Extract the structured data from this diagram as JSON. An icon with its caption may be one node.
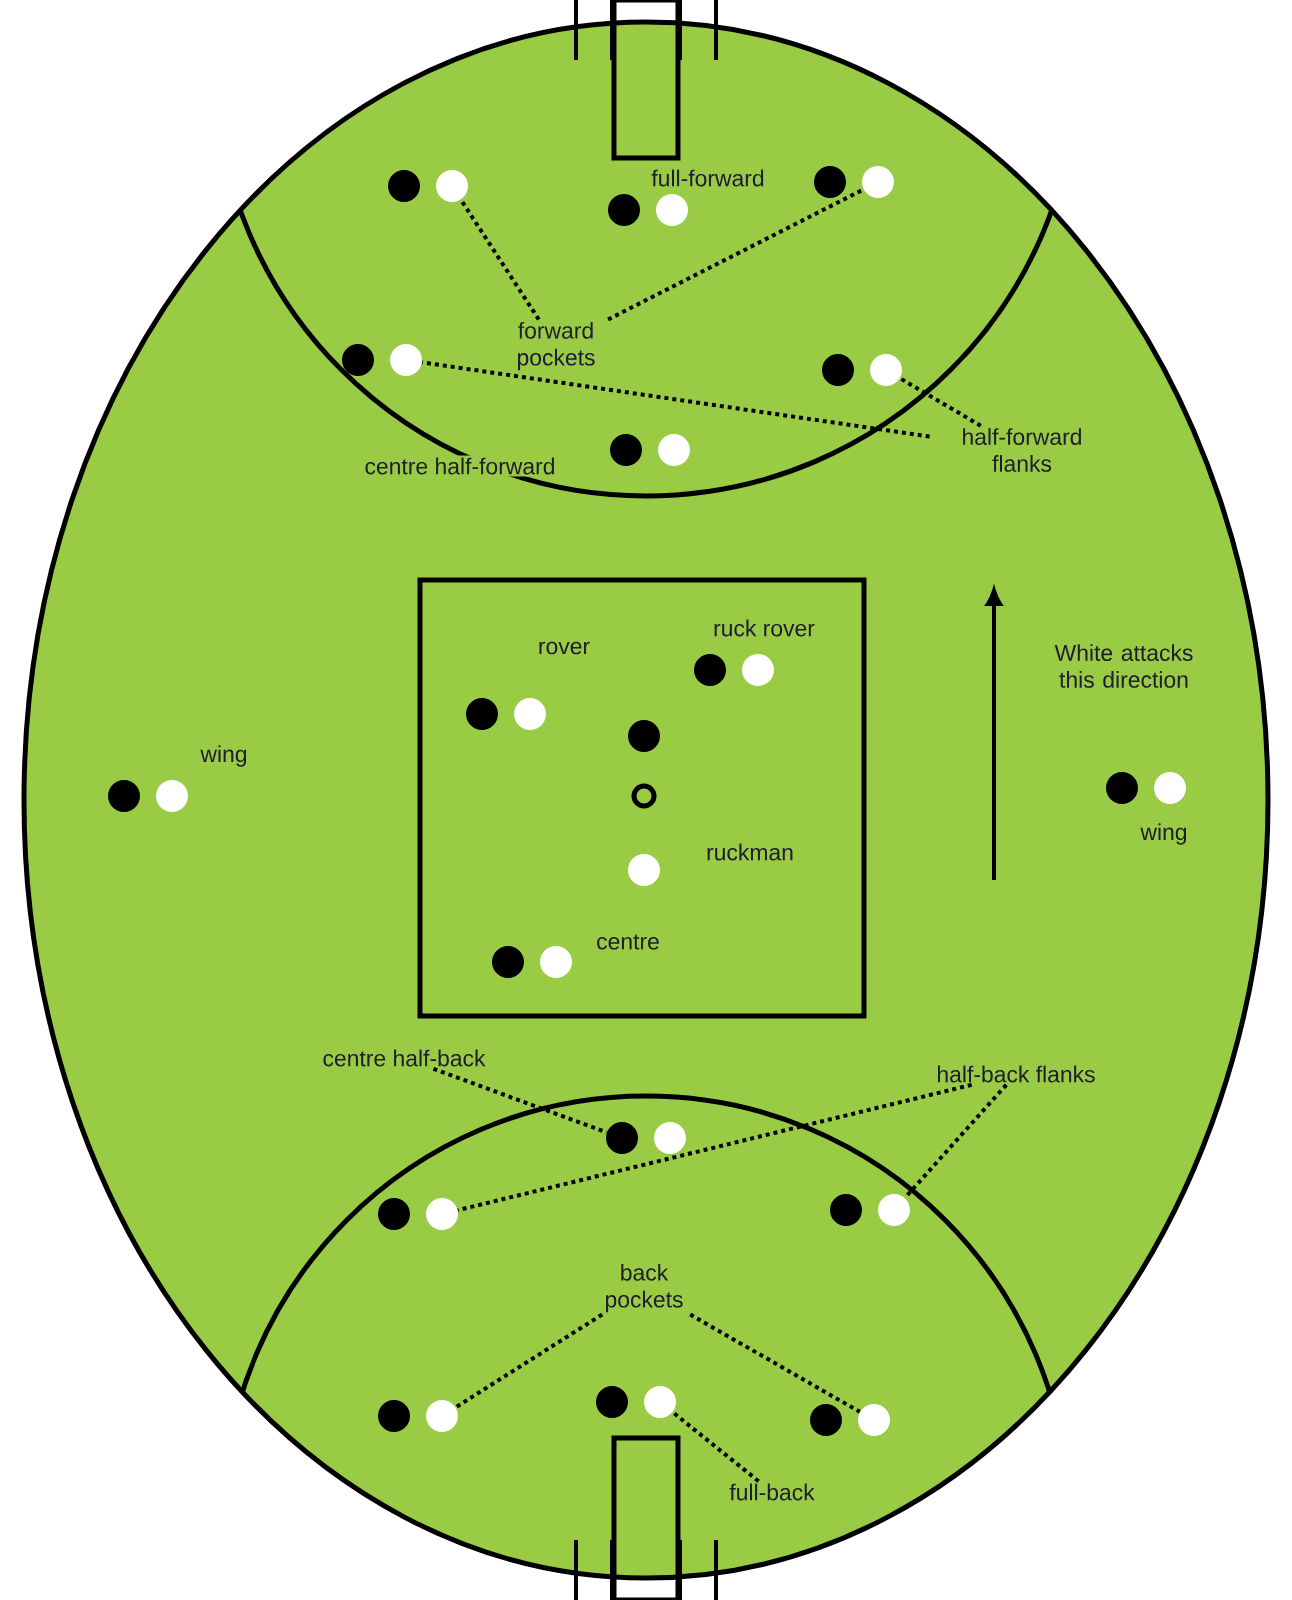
{
  "diagram": {
    "nodes": [
      {
        "text": [
          "forward pockets"
        ]
      },
      {
        "text": [
          "half-forward flanks"
        ]
      },
      {
        "text": [
          "centre half-back"
        ]
      },
      {
        "text": [
          "half-back flanks"
        ]
      },
      {
        "text": [
          "back pockets"
        ]
      },
      {
        "text": [
          "full-back"
        ]
      },
      {
        "text": [],
        "shape": "circle"
      },
      {
        "text": [],
        "shape": "circle"
      },
      {
        "text": [],
        "shape": "circle"
      },
      {
        "text": [],
        "shape": "circle"
      },
      {
        "text": [],
        "shape": "circle"
      },
      {
        "text": [],
        "shape": "circle"
      },
      {
        "text": [],
        "shape": "circle"
      },
      {
        "text": [],
        "shape": "circle"
      },
      {
        "text": [],
        "shape": "circle"
      },
      {
        "text": [],
        "shape": "circle"
      },
      {
        "text": [],
        "shape": "circle"
      },
      {
        "text": [],
        "shape": "circle"
      },
      {
        "text": [],
        "shape": "circle"
      },
      {
        "text": [],
        "shape": "circle"
      },
      {
        "text": [],
        "shape": "circle"
      },
      {
        "text": [],
        "shape": "circle"
      },
      {
        "text": [],
        "shape": "circle"
      },
      {
        "text": [],
        "shape": "circle"
      },
      {
        "text": [],
        "shape": "circle"
      },
      {
        "text": [],
        "shape": "circle"
      },
      {
        "text": [],
        "shape": "circle"
      },
      {
        "text": [],
        "shape": "circle"
      },
      {
        "text": [],
        "shape": "circle"
      },
      {
        "text": [],
        "shape": "circle"
      },
      {
        "text": [],
        "shape": "circle"
      },
      {
        "text": [],
        "shape": "circle"
      },
      {
        "text": [],
        "shape": "circle"
      },
      {
        "text": [],
        "shape": "circle"
      },
      {
        "text": [],
        "shape": "circle"
      },
      {
        "text": [],
        "shape": "circle"
      },
      {
        "text": [],
        "shape": "circle"
      },
      {
        "text": [],
        "shape": "circle"
      },
      {
        "text": [],
        "shape": "circle"
      },
      {
        "text": [],
        "shape": "circle"
      },
      {
        "text": [],
        "shape": "circle"
      },
      {
        "text": [],
        "shape": "circle"
      },
      {
        "text": [],
        "shape": "circle"
      }
    ],
    "edges": [
      {
        "from": 0,
        "to": 7,
        "arrow": "none"
      },
      {
        "from": 0,
        "to": 11,
        "arrow": "none"
      },
      {
        "from": 1,
        "to": 13,
        "arrow": "none"
      },
      {
        "from": 1,
        "to": 15,
        "arrow": "none"
      },
      {
        "from": 2,
        "to": 31,
        "arrow": "none"
      },
      {
        "from": 3,
        "to": 34,
        "arrow": "none"
      },
      {
        "from": 3,
        "to": 36,
        "arrow": "none"
      },
      {
        "from": 4,
        "to": 38,
        "arrow": "none"
      },
      {
        "from": 4,
        "to": 42,
        "arrow": "none"
      },
      {
        "from": 5,
        "to": 40,
        "arrow": "none"
      }
    ],
    "labels": [
      "full-forward",
      "centre half-forward",
      "ruck rover",
      "White attacks this direction",
      "rover",
      "wing",
      "wing",
      "ruckman",
      "centre"
    ]
  }
}
